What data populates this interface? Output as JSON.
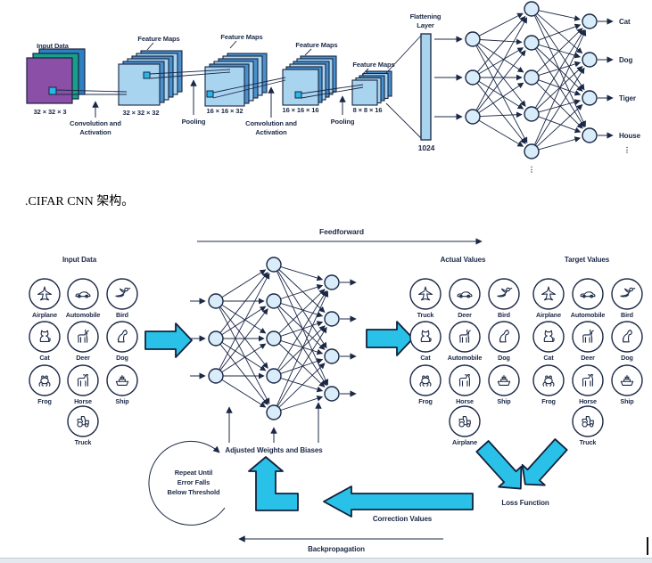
{
  "caption": ".CIFAR CNN 架构。",
  "colors": {
    "cyan_arrow": "#29c1e8",
    "navy_text": "#1b2846",
    "wrong_label": "#d6215c",
    "correct_label": "#0fb57a",
    "input_purple": "#8c4fa8",
    "input_teal": "#16a08c",
    "input_blue": "#2f80c3",
    "map_light": "#a9d4f0",
    "map_medium": "#4a90cf",
    "node_fill": "#d8ecf9"
  },
  "cnn": {
    "input_title": "Input Data",
    "input_dims": "32 × 32 × 3",
    "maps": [
      {
        "title": "Feature Maps",
        "dims": "32 × 32 × 32"
      },
      {
        "title": "Feature Maps",
        "dims": "16 × 16 × 32"
      },
      {
        "title": "Feature Maps",
        "dims": "16 × 16 × 16"
      },
      {
        "title": "Feature Maps",
        "dims": "8 × 8 × 16"
      }
    ],
    "op_conv_line1": "Convolution and",
    "op_conv_line2": "Activation",
    "op_pool": "Pooling",
    "flatten_line1": "Flattening",
    "flatten_line2": "Layer",
    "flatten_size": "1024",
    "outputs": [
      "Cat",
      "Dog",
      "Tiger",
      "House"
    ],
    "ellipsis": "⋮"
  },
  "training": {
    "feedforward": "Feedforward",
    "backpropagation": "Backpropagation",
    "adjusted": "Adjusted Weights and Biases",
    "loss": "Loss Function",
    "correction": "Correction Values",
    "loop_line1": "Repeat Until",
    "loop_line2": "Error Falls",
    "loop_line3": "Below Threshold",
    "input_grid": {
      "title": "Input Data",
      "items": [
        {
          "label": "Airplane",
          "icon_ref": "#i-airplane"
        },
        {
          "label": "Automobile",
          "icon_ref": "#i-automobile"
        },
        {
          "label": "Bird",
          "icon_ref": "#i-bird"
        },
        {
          "label": "Cat",
          "icon_ref": "#i-cat"
        },
        {
          "label": "Deer",
          "icon_ref": "#i-deer"
        },
        {
          "label": "Dog",
          "icon_ref": "#i-dog"
        },
        {
          "label": "Frog",
          "icon_ref": "#i-frog"
        },
        {
          "label": "Horse",
          "icon_ref": "#i-horse"
        },
        {
          "label": "Ship",
          "icon_ref": "#i-ship"
        },
        {
          "label": "Truck",
          "icon_ref": "#i-truck"
        }
      ]
    },
    "actual_grid": {
      "title": "Actual Values",
      "items": [
        {
          "label": "Truck",
          "icon_ref": "#i-airplane",
          "color": "#d6215c"
        },
        {
          "label": "Deer",
          "icon_ref": "#i-automobile",
          "color": "#d6215c"
        },
        {
          "label": "Bird",
          "icon_ref": "#i-bird",
          "color": "#0fb57a"
        },
        {
          "label": "Cat",
          "icon_ref": "#i-cat",
          "color": "#0fb57a"
        },
        {
          "label": "Automobile",
          "icon_ref": "#i-deer",
          "color": "#d6215c"
        },
        {
          "label": "Dog",
          "icon_ref": "#i-dog",
          "color": "#0fb57a"
        },
        {
          "label": "Frog",
          "icon_ref": "#i-frog",
          "color": "#0fb57a"
        },
        {
          "label": "Horse",
          "icon_ref": "#i-horse",
          "color": "#0fb57a"
        },
        {
          "label": "Ship",
          "icon_ref": "#i-ship",
          "color": "#0fb57a"
        },
        {
          "label": "Airplane",
          "icon_ref": "#i-truck",
          "color": "#d6215c"
        }
      ]
    },
    "target_grid": {
      "title": "Target Values",
      "items": [
        {
          "label": "Airplane",
          "icon_ref": "#i-airplane"
        },
        {
          "label": "Automobile",
          "icon_ref": "#i-automobile"
        },
        {
          "label": "Bird",
          "icon_ref": "#i-bird"
        },
        {
          "label": "Cat",
          "icon_ref": "#i-cat"
        },
        {
          "label": "Deer",
          "icon_ref": "#i-deer"
        },
        {
          "label": "Dog",
          "icon_ref": "#i-dog"
        },
        {
          "label": "Frog",
          "icon_ref": "#i-frog"
        },
        {
          "label": "Horse",
          "icon_ref": "#i-horse"
        },
        {
          "label": "Ship",
          "icon_ref": "#i-ship"
        },
        {
          "label": "Truck",
          "icon_ref": "#i-truck"
        }
      ]
    }
  }
}
